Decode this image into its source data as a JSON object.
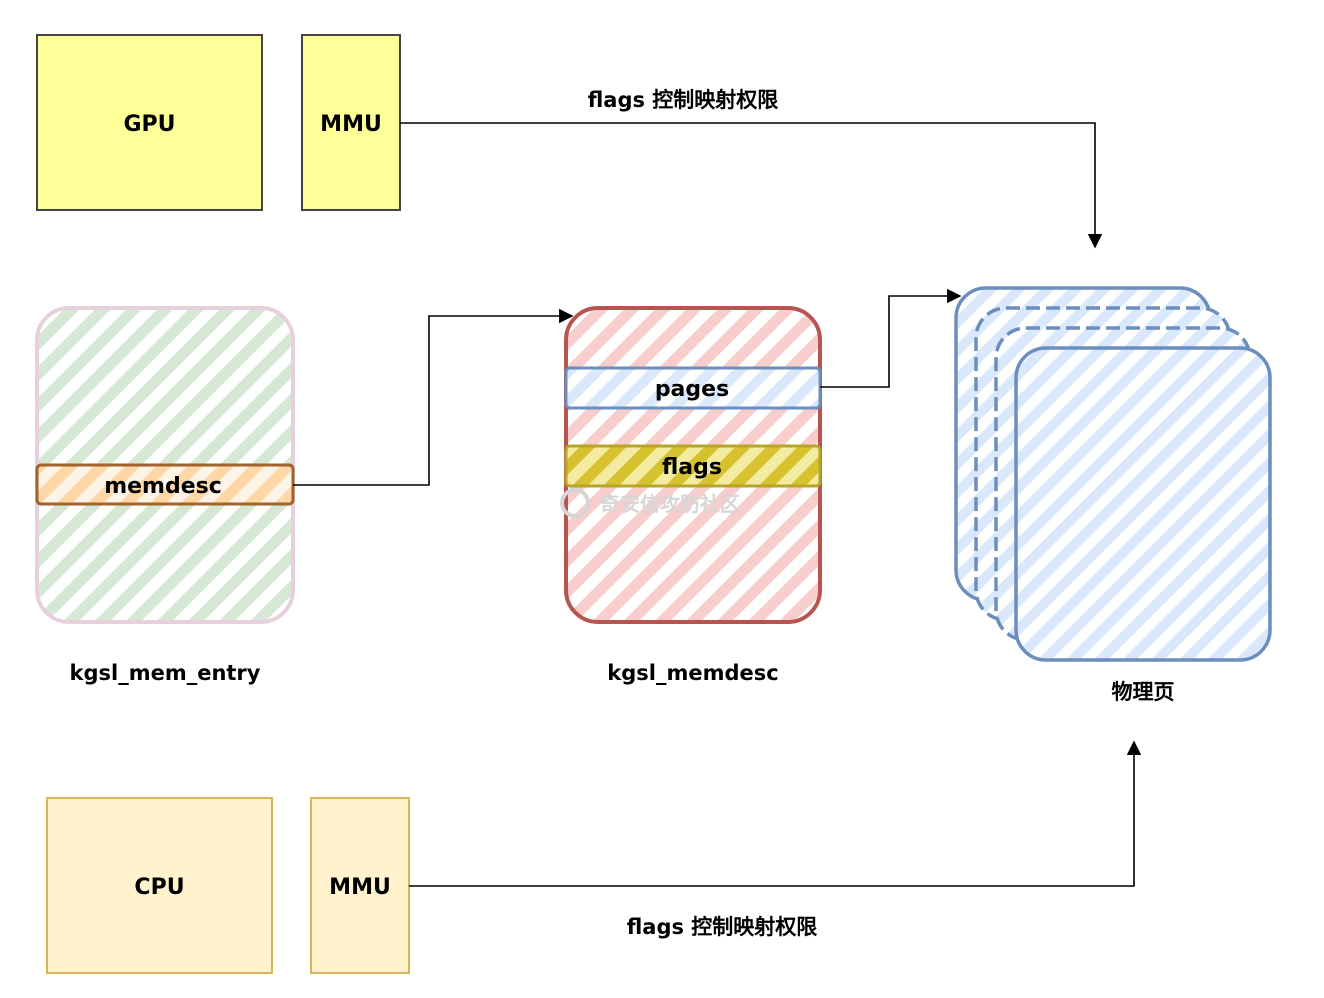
{
  "colors": {
    "gpu_fill": "#ffff99",
    "cpu_fill": "#fff2cc",
    "cpu_stroke": "#d6b656",
    "entry_stroke": "#e6d0de",
    "entry_hatch": "#d5e8d4",
    "memdesc_field_stroke": "#a0632c",
    "memdesc_field_hatch": "#ffd6a5",
    "desc_stroke": "#b85450",
    "desc_hatch": "#f8cecc",
    "pages_stroke": "#6c8ebf",
    "pages_hatch": "#dae8fc",
    "flags_stroke": "#b8a428",
    "flags_hatch": "#d6c22e"
  },
  "top": {
    "gpu_label": "GPU",
    "mmu_label": "MMU",
    "edge_label": "flags 控制映射权限"
  },
  "bottom": {
    "cpu_label": "CPU",
    "mmu_label": "MMU",
    "edge_label": "flags 控制映射权限"
  },
  "entry": {
    "field_label": "memdesc",
    "caption": "kgsl_mem_entry"
  },
  "memdesc": {
    "pages_label": "pages",
    "flags_label": "flags",
    "caption": "kgsl_memdesc",
    "watermark": "奇安信攻防社区"
  },
  "physical": {
    "caption": "物理页",
    "page_count": 4
  }
}
